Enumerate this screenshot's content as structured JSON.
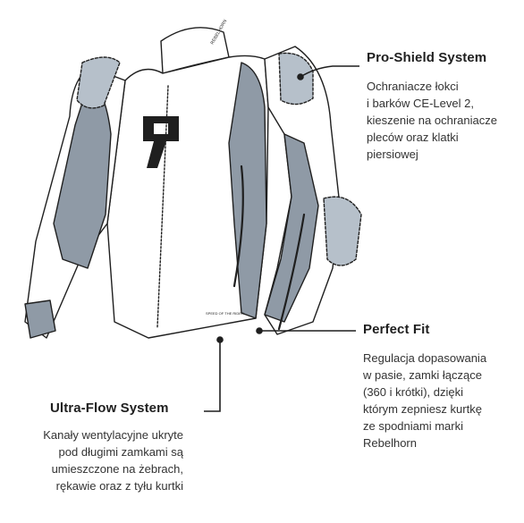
{
  "colors": {
    "accent_gray": "#8f9aa6",
    "line": "#1f1f1f",
    "white": "#ffffff"
  },
  "jacket": {
    "logo_text": "REBELHORN",
    "hip_label": "SPEED OF THE RIDER"
  },
  "features": [
    {
      "title": "Pro-Shield System",
      "lines": [
        "Ochraniacze łokci",
        "i barków CE-Level 2,",
        "kieszenie na ochraniacze",
        "pleców oraz klatki",
        "piersiowej"
      ]
    },
    {
      "title": "Perfect Fit",
      "lines": [
        "Regulacja dopasowania",
        "w pasie, zamki łączące",
        "(360 i krótki), dzięki",
        "którym zepniesz kurtkę",
        "ze spodniami marki",
        "Rebelhorn"
      ]
    },
    {
      "title": "Ultra-Flow System",
      "lines": [
        "Kanały wentylacyjne ukryte",
        "pod długimi zamkami są",
        "umieszczone na żebrach,",
        "rękawie oraz z tyłu kurtki"
      ]
    }
  ]
}
